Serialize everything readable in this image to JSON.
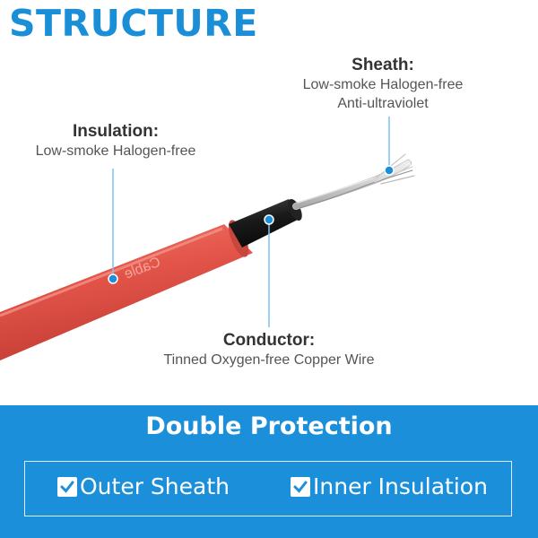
{
  "title": "STRUCTURE",
  "sheath": {
    "heading": "Sheath:",
    "line1": "Low-smoke Halogen-free",
    "line2": "Anti-ultraviolet"
  },
  "insulation": {
    "heading": "Insulation:",
    "line1": "Low-smoke Halogen-free"
  },
  "conductor": {
    "heading": "Conductor:",
    "line1": "Tinned Oxygen-free Copper Wire"
  },
  "cable_print": "Cable",
  "banner": {
    "title": "Double Protection",
    "item1": "Outer Sheath",
    "item2": "Inner Insulation"
  },
  "colors": {
    "accent": "#1b8fd9",
    "cable_red": "#e8554a",
    "inner_black": "#1a1a1a"
  },
  "icons": [
    "checkbox-checked-icon",
    "checkbox-checked-icon"
  ]
}
